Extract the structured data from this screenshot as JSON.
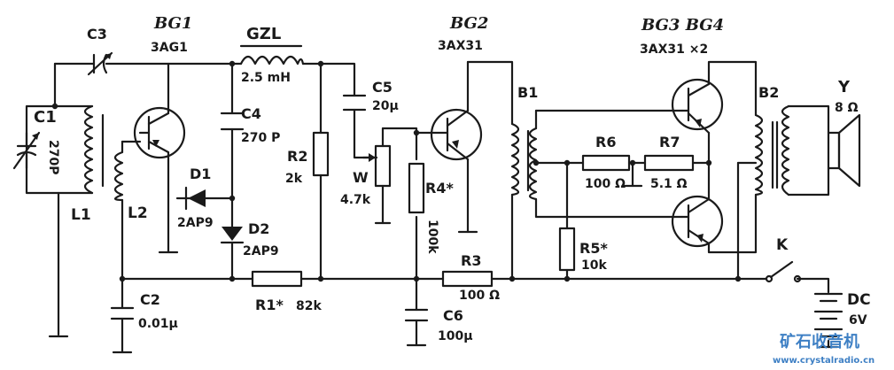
{
  "labels": {
    "c3": "C3",
    "bg1": "BG1",
    "bg1_type": "3AG1",
    "gzl": "GZL",
    "gzl_val": "2.5 mH",
    "bg2": "BG2",
    "bg2_type": "3AX31",
    "bg34": "BG3  BG4",
    "bg34_type": "3AX31 ×2",
    "c1": "C1",
    "c1_val": "270P",
    "l1": "L1",
    "l2": "L2",
    "c4": "C4",
    "c4_val": "270 P",
    "d1": "D1",
    "d1_type": "2AP9",
    "d2": "D2",
    "d2_type": "2AP9",
    "r2": "R2",
    "r2_val": "2k",
    "c5": "C5",
    "c5_val": "20μ",
    "w": "W",
    "w_val": "4.7k",
    "r4": "R4*",
    "r4_val": "100k",
    "b1": "B1",
    "r6": "R6",
    "r6_val": "100 Ω",
    "r7": "R7",
    "r7_val": "5.1 Ω",
    "r5": "R5*",
    "r5_val": "10k",
    "b2": "B2",
    "y": "Y",
    "y_val": "8 Ω",
    "k": "K",
    "c2": "C2",
    "c2_val": "0.01μ",
    "r1": "R1*",
    "r1_val": "82k",
    "r3": "R3",
    "r3_val": "100 Ω",
    "c6": "C6",
    "c6_val": "100μ",
    "dc": "DC",
    "dc_val": "6V"
  },
  "watermark": {
    "title": "矿石收音机",
    "url": "www.crystalradio.cn"
  }
}
